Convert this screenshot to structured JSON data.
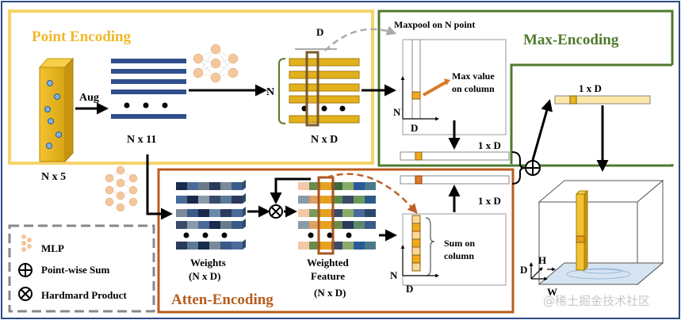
{
  "sections": {
    "point_encoding": {
      "title": "Point Encoding",
      "color": "#f5c842"
    },
    "max_encoding": {
      "title": "Max-Encoding",
      "color": "#4e7a2e"
    },
    "atten_encoding": {
      "title": "Atten-Encoding",
      "color": "#b85c1e"
    }
  },
  "labels": {
    "aug": "Aug",
    "nx5": "N x 5",
    "nx11": "N x 11",
    "nxd": "N x D",
    "d_top": "D",
    "n_left": "N",
    "maxpool": "Maxpool  on N point",
    "max_value_line1": "Max value",
    "max_value_line2": "on column",
    "max_n": "N",
    "max_d": "D",
    "onexd_mid": "1 x D",
    "onexd_right": "1 x D",
    "onexd_lower": "1 x D",
    "weights_line1": "Weights",
    "weights_line2": "(N x D)",
    "weighted_line1": "Weighted",
    "weighted_line2": "Feature",
    "weighted_line3": "(N x D)",
    "sum_line1": "Sum on",
    "sum_line2": "column",
    "sum_n": "N",
    "sum_d": "D",
    "cube_d": "D",
    "cube_h": "H",
    "cube_w": "W",
    "watermark": "@稀土掘金技术社区"
  },
  "legend": {
    "items": [
      {
        "icon": "mlp-icon",
        "label": "MLP"
      },
      {
        "icon": "plus-circle-icon",
        "label": "Point-wise Sum"
      },
      {
        "icon": "times-circle-icon",
        "label": "Hardmard Product"
      }
    ]
  },
  "colors": {
    "gold": "#e8b923",
    "navy": "#2f4f8a",
    "olive": "#c9a227",
    "highlight": "#e6a21a",
    "orange_arrow": "#d97a2a"
  }
}
